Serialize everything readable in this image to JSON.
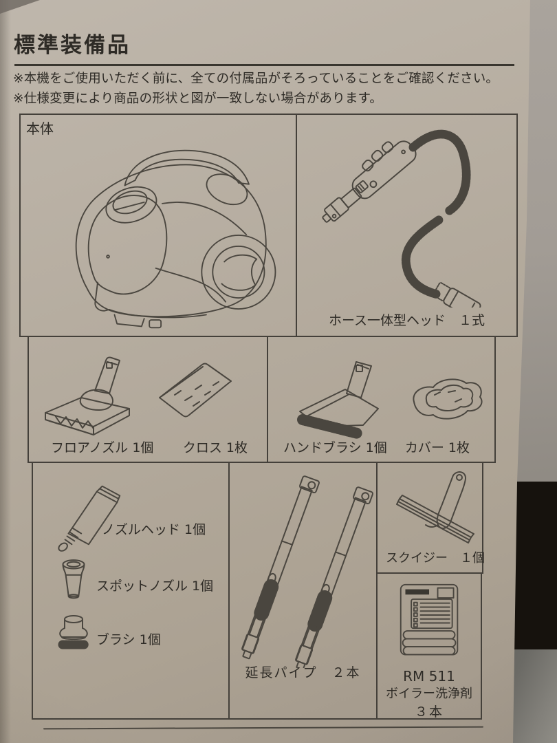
{
  "colors": {
    "paper": "#b3aa9c",
    "ink": "#2e2b26",
    "line_art": "#4a463f",
    "wall": "#a19b94",
    "dark_gap": "#16120d",
    "floor": "#6b6a65"
  },
  "document": {
    "title": "標準装備品",
    "notes": [
      "※本機をご使用いただく前に、全ての付属品がそろっていることをご確認ください。",
      "※仕様変更により商品の形状と図が一致しない場合があります。"
    ],
    "cells": {
      "main_unit": {
        "label": "本体"
      },
      "hose_head": {
        "caption": "ホース一体型ヘッド　１式"
      },
      "floor_nozzle": {
        "caption": "フロアノズル 1個"
      },
      "cloth": {
        "caption": "クロス 1枚"
      },
      "hand_brush": {
        "caption": "ハンドブラシ 1個"
      },
      "cover": {
        "caption": "カバー 1枚"
      },
      "nozzle_head": {
        "caption": "ノズルヘッド 1個"
      },
      "spot_nozzle": {
        "caption": "スポットノズル 1個"
      },
      "brush": {
        "caption": "ブラシ 1個"
      },
      "extension_pipe": {
        "caption": "延長パイプ　２本"
      },
      "squeegee": {
        "caption": "スクイジー　１個"
      },
      "boiler_cleaner": {
        "model": "RM 511",
        "name": "ボイラー洗浄剤",
        "quantity": "３本"
      }
    }
  }
}
